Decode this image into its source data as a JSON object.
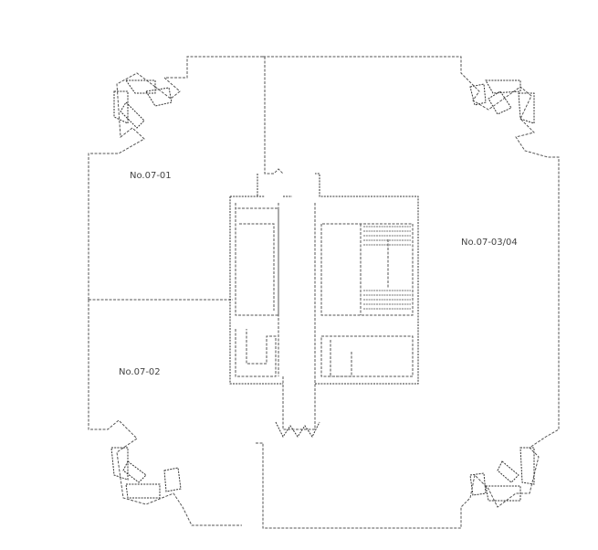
{
  "units": [
    {
      "id": "unit-07-01",
      "label": "No.07-01"
    },
    {
      "id": "unit-07-02",
      "label": "No.07-02"
    },
    {
      "id": "unit-07-03-04",
      "label": "No.07-03/04"
    }
  ],
  "colors": {
    "line": "#555555",
    "background": "#ffffff"
  }
}
